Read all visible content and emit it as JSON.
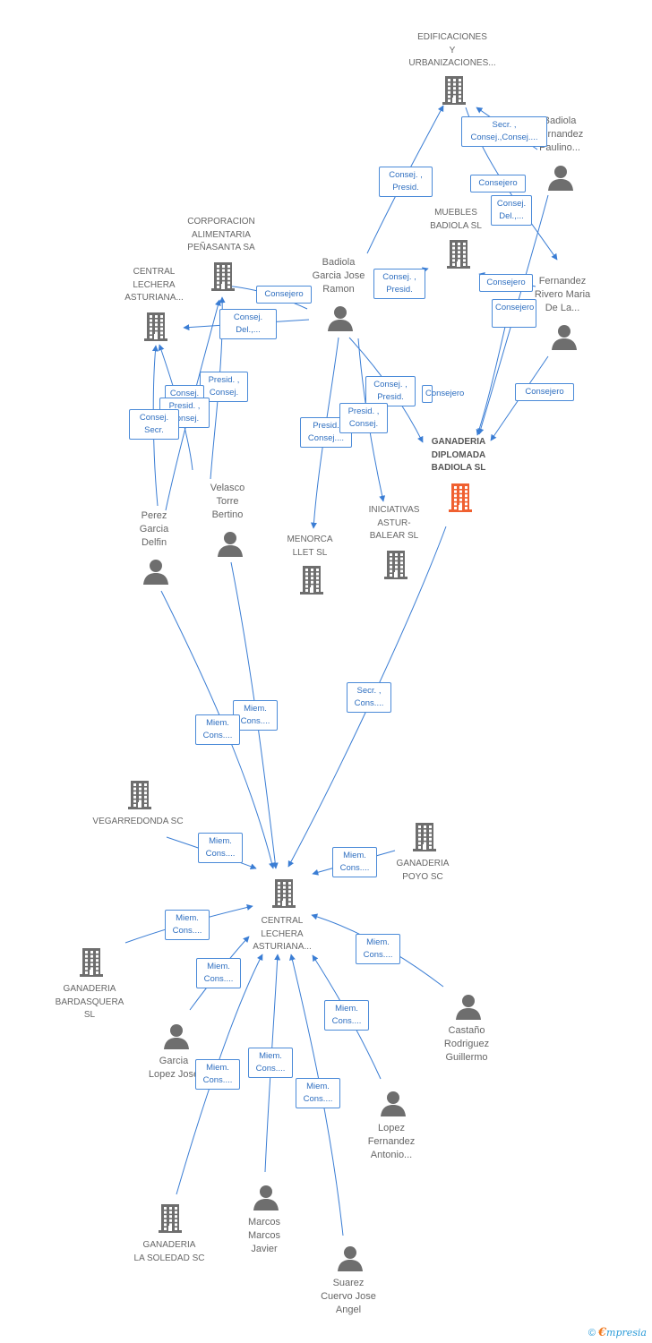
{
  "colors": {
    "edge": "#3a7dd4",
    "icon": "#6e6e6e",
    "highlight": "#f06030"
  },
  "nodes": [
    {
      "id": "edificaciones",
      "type": "company",
      "label": "EDIFICACIONES\nY\nURBANIZACIONES..."
    },
    {
      "id": "badiola_paulino",
      "type": "person",
      "label": "Badiola\nFernandez\nPaulino..."
    },
    {
      "id": "corporacion",
      "type": "company",
      "label": "CORPORACION\nALIMENTARIA\nPEÑASANTA SA"
    },
    {
      "id": "muebles",
      "type": "company",
      "label": "MUEBLES\nBADIOLA SL"
    },
    {
      "id": "central_top",
      "type": "company",
      "label": "CENTRAL\nLECHERA\nASTURIANA..."
    },
    {
      "id": "badiola_ramon",
      "type": "person",
      "label": "Badiola\nGarcia Jose\nRamon"
    },
    {
      "id": "fernandez_rivero",
      "type": "person",
      "label": "Fernandez\nRivero Maria\nDe La..."
    },
    {
      "id": "ganaderia_diplomada",
      "type": "company",
      "highlight": true,
      "label": "GANADERIA\nDIPLOMADA\nBADIOLA SL"
    },
    {
      "id": "velasco",
      "type": "person",
      "label": "Velasco\nTorre\nBertino"
    },
    {
      "id": "perez",
      "type": "person",
      "label": "Perez\nGarcia\nDelfin"
    },
    {
      "id": "iniciativas",
      "type": "company",
      "label": "INICIATIVAS\nASTUR-\nBALEAR SL"
    },
    {
      "id": "menorca",
      "type": "company",
      "label": "MENORCA\nLLET SL"
    },
    {
      "id": "vegarredonda",
      "type": "company",
      "label": "VEGARREDONDA SC"
    },
    {
      "id": "ganaderia_poyo",
      "type": "company",
      "label": "GANADERIA\nPOYO SC"
    },
    {
      "id": "central_main",
      "type": "company",
      "label": "CENTRAL\nLECHERA\nASTURIANA..."
    },
    {
      "id": "bardasquera",
      "type": "company",
      "label": "GANADERIA\nBARDASQUERA\nSL"
    },
    {
      "id": "castano",
      "type": "person",
      "label": "Castaño\nRodriguez\nGuillermo"
    },
    {
      "id": "garcia_lopez",
      "type": "person",
      "label": "Garcia\nLopez Jose"
    },
    {
      "id": "lopez_fernandez",
      "type": "person",
      "label": "Lopez\nFernandez\nAntonio..."
    },
    {
      "id": "marcos",
      "type": "person",
      "label": "Marcos\nMarcos\nJavier"
    },
    {
      "id": "soledad",
      "type": "company",
      "label": "GANADERIA\nLA SOLEDAD SC"
    },
    {
      "id": "suarez",
      "type": "person",
      "label": "Suarez\nCuervo Jose\nAngel"
    }
  ],
  "edge_labels": [
    "Secr. ,\nConsej.,Consej....",
    "Consej. ,\nPresid.",
    "Consejero",
    "Consej.\nDel.,...",
    "Consej. ,\nPresid.",
    "Consejero",
    "Consejero",
    "Consej.\nDel.,...",
    "Consejero",
    "Consejero",
    "Consej. ,\nPresid.",
    "Presid. ,\nConsej.",
    "Consej.",
    "Presid. ,\nConsej.",
    "Consej.\nSecr.",
    "Presid.\nConsej....",
    "Presid. ,\nConsej.",
    "Consejero",
    "Miem.\nCons....",
    "Miem.\nCons....",
    "Secr. ,\nCons....",
    "Miem.\nCons....",
    "Miem.\nCons....",
    "Miem.\nCons....",
    "Miem.\nCons....",
    "Miem.\nCons....",
    "Miem.\nCons....",
    "Miem.\nCons....",
    "Miem.\nCons....",
    "Miem.\nCons....",
    "Miem.\nCons...."
  ],
  "footer": {
    "copyright": "©",
    "brand_e": "€",
    "brand_rest": "mpresia"
  }
}
